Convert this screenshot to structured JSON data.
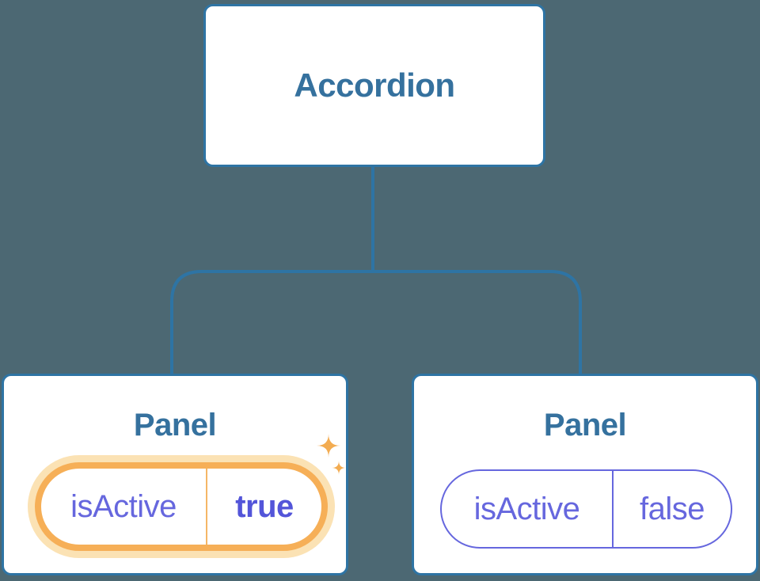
{
  "diagram": {
    "description": "React component tree: Accordion parent with two Panel children showing isActive state",
    "root": {
      "label": "Accordion"
    },
    "children": [
      {
        "title": "Panel",
        "state": {
          "key": "isActive",
          "value": "true"
        },
        "highlighted": true
      },
      {
        "title": "Panel",
        "state": {
          "key": "isActive",
          "value": "false"
        },
        "highlighted": false
      }
    ]
  },
  "icons": {
    "sparkles": "sparkles-icon"
  },
  "colors": {
    "background": "#4C6873",
    "node_fill": "#ffffff",
    "node_border": "#2E74A4",
    "connector_line": "#2E74A4",
    "node_text": "#35719E",
    "state_text": "#6667DE",
    "state_value_active": "#5355D9",
    "active_pill_border": "#F6AF57",
    "active_pill_glow": "#FBE2B4",
    "active_pill_divider": "#F5B666",
    "sparkle": "#F3AC51"
  }
}
